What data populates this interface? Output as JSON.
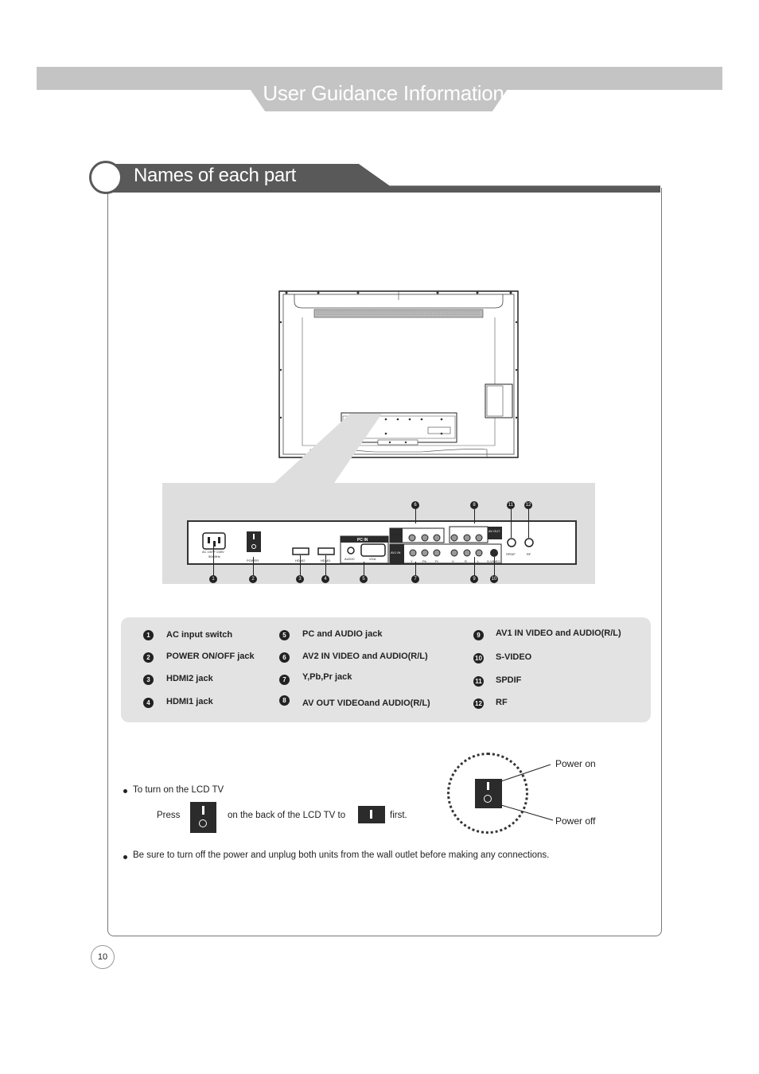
{
  "header": {
    "title": "User Guidance Information"
  },
  "section": {
    "title": "Names of each part"
  },
  "panel": {
    "labels": {
      "ac_rating": "AC 100V~240V",
      "ac_freq": "50/60Hz",
      "power": "POWER",
      "hdmi2": "HDMI2",
      "hdmi1": "HDMI1",
      "pc_in": "PC IN",
      "audio": "AUDIO",
      "vga": "VGA",
      "av2_in": "AV2 IN",
      "av1_in": "AV1 IN",
      "av_out": "AV OUT",
      "v": "V",
      "r": "R",
      "l": "L",
      "y": "Y",
      "pb": "Pb",
      "pr": "Pr",
      "svideo": "S-VIDEO",
      "spdif": "SPDIF",
      "rf": "RF"
    },
    "callouts": [
      "1",
      "2",
      "3",
      "4",
      "5",
      "6",
      "7",
      "8",
      "9",
      "10",
      "11",
      "12"
    ]
  },
  "parts": [
    {
      "num": "1",
      "label": "AC input switch"
    },
    {
      "num": "2",
      "label": "POWER ON/OFF jack"
    },
    {
      "num": "3",
      "label": "HDMI2  jack"
    },
    {
      "num": "4",
      "label": "HDMI1 jack"
    },
    {
      "num": "5",
      "label": "PC and AUDIO jack"
    },
    {
      "num": "6",
      "label": "AV2 IN VIDEO and AUDIO(R/L)"
    },
    {
      "num": "7",
      "label": "Y,Pb,Pr jack"
    },
    {
      "num": "8",
      "label": "AV OUT VIDEOand AUDIO(R/L)"
    },
    {
      "num": "9",
      "label": "AV1 IN VIDEO and AUDIO(R/L)"
    },
    {
      "num": "10",
      "label": "S-VIDEO"
    },
    {
      "num": "11",
      "label": "SPDIF"
    },
    {
      "num": "12",
      "label": "RF"
    }
  ],
  "instructions": {
    "turn_on": "To turn on the LCD TV",
    "press": "Press",
    "middle": "on the back of the LCD TV to",
    "first": "first.",
    "warning": "Be sure to turn off the power and unplug both units from the wall outlet before making any connections."
  },
  "switch_diagram": {
    "power_on": "Power on",
    "power_off": "Power off"
  },
  "page": {
    "number": "10"
  }
}
